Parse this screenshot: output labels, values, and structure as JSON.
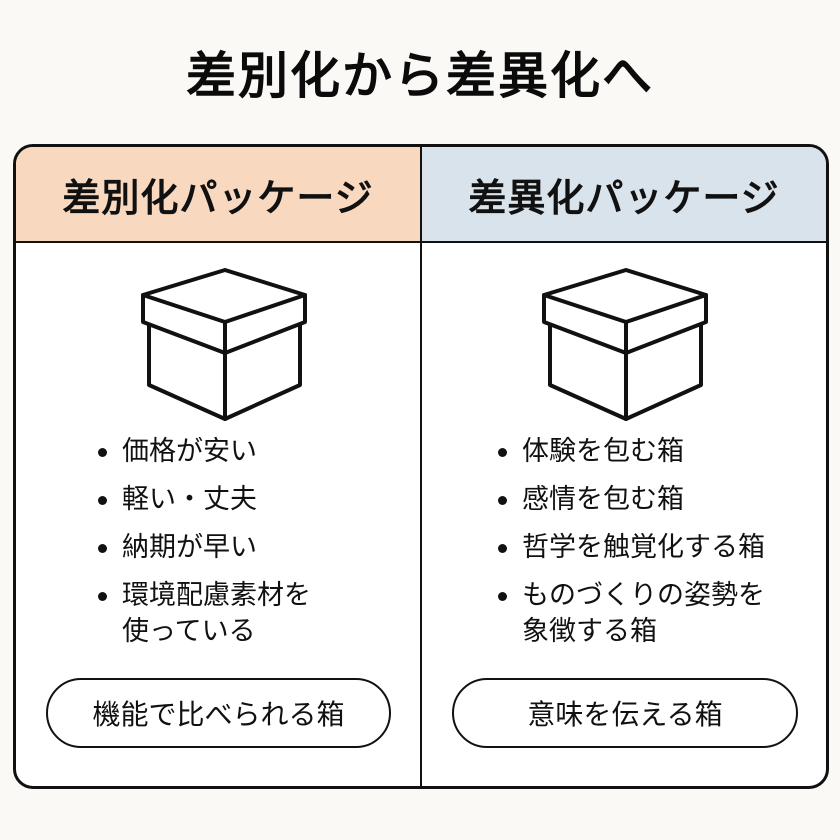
{
  "title": "差別化から差異化へ",
  "colors": {
    "background": "#fbf9f5",
    "left_header": "#f8d9c0",
    "right_header": "#d9e3ec",
    "outline": "#111111"
  },
  "columns": [
    {
      "header": "差別化パッケージ",
      "icon": "box-icon",
      "bullets": [
        {
          "lines": [
            "価格が安い"
          ]
        },
        {
          "lines": [
            "軽い・丈夫"
          ]
        },
        {
          "lines": [
            "納期が早い"
          ]
        },
        {
          "lines": [
            "環境配慮素材を",
            "使っている"
          ]
        }
      ],
      "summary": "機能で比べられる箱"
    },
    {
      "header": "差異化パッケージ",
      "icon": "box-icon",
      "bullets": [
        {
          "lines": [
            "体験を包む箱"
          ]
        },
        {
          "lines": [
            "感情を包む箱"
          ]
        },
        {
          "lines": [
            "哲学を触覚化する箱"
          ]
        },
        {
          "lines": [
            "ものづくりの姿勢を",
            "象徴する箱"
          ]
        }
      ],
      "summary": "意味を伝える箱"
    }
  ]
}
